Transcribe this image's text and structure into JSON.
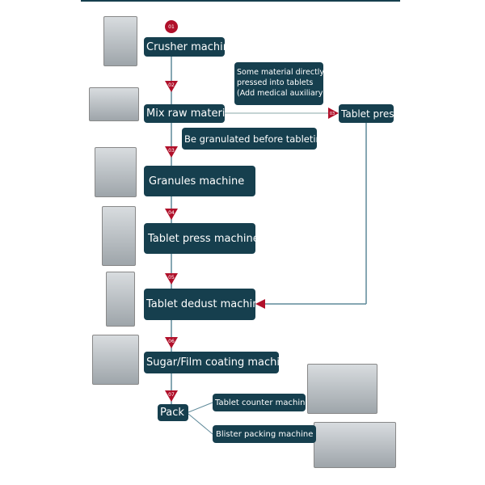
{
  "colors": {
    "box": "#163f4e",
    "marker": "#b0102a",
    "line": "#5f8a9a"
  },
  "steps": [
    {
      "num": "01",
      "label": "Crusher machine"
    },
    {
      "num": "02",
      "label": "Mix raw materials"
    },
    {
      "num": "03",
      "label": "Granules machine"
    },
    {
      "num": "04",
      "label": "Tablet press machine"
    },
    {
      "num": "05",
      "label": "Tablet dedust machine"
    },
    {
      "num": "06",
      "label": "Sugar/Film coating machine"
    },
    {
      "num": "07",
      "label": "Pack"
    }
  ],
  "branch": {
    "note_lines": [
      "Some material directly",
      "pressed into tablets",
      "(Add medical auxiliary"
    ],
    "num": "03",
    "label": "Tablet press"
  },
  "granulate_note": "Be granulated before tableting",
  "pack_options": [
    "Tablet counter machine",
    "Blister packing machine"
  ]
}
